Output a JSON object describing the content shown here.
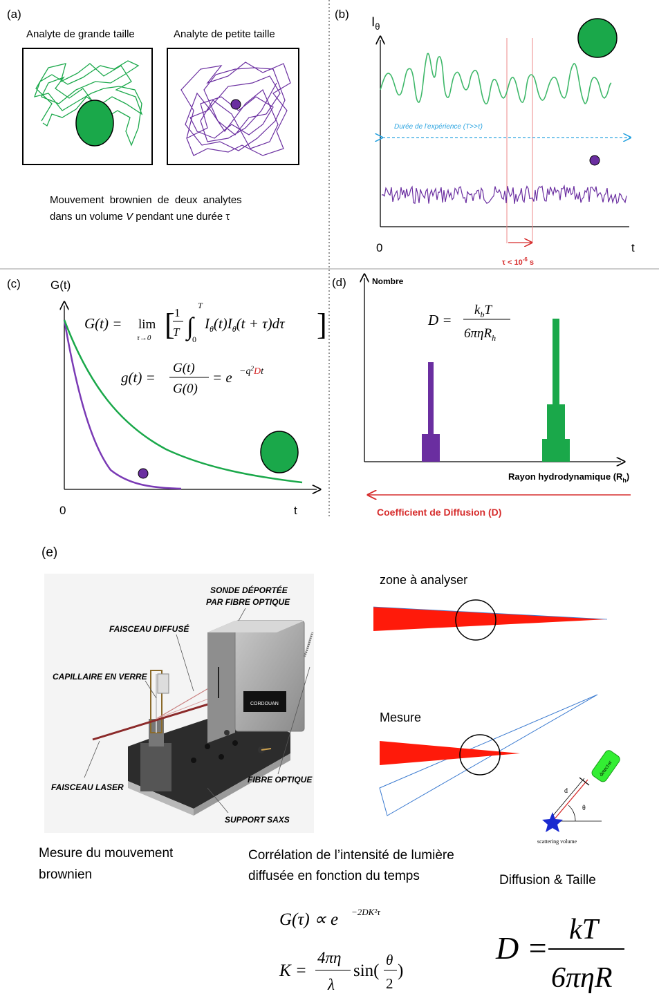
{
  "panel_a": {
    "label": "(a)",
    "title_large": "Analyte de grande taille",
    "title_small": "Analyte de petite taille",
    "caption_line1": "Mouvement  brownien  de  deux  analytes",
    "caption_line2_pre": "dans un volume ",
    "caption_line2_var": "V",
    "caption_line2_post": " pendant une durée τ",
    "colors": {
      "large": "#1aa84a",
      "small": "#6a2ea0"
    }
  },
  "panel_b": {
    "label": "(b)",
    "y_axis": "I",
    "y_axis_sub": "θ",
    "x_axis": "t",
    "origin": "0",
    "duration_label": "Durée de l'expérience (T>>τ)",
    "tau_label": "τ < 10",
    "tau_exp": "-6",
    "tau_unit": " s",
    "colors": {
      "duration": "#29a3e0",
      "tau": "#d62b2b"
    }
  },
  "panel_c": {
    "label": "(c)",
    "y_axis": "G(t)",
    "x_axis": "t",
    "origin": "0",
    "eq1": "G(t) = lim [ (1/T) ∫ Iθ(t) Iθ(t+τ) dτ ]",
    "eq1_lim": "τ→0",
    "eq2_lhs": "g(t) =",
    "eq2_num": "G(t)",
    "eq2_den": "G(0)",
    "eq2_rhs": "= e",
    "eq2_exp_pre": "−q",
    "eq2_exp_sq": "2",
    "eq2_exp_d": "D",
    "eq2_exp_post": "t"
  },
  "panel_d": {
    "label": "(d)",
    "y_axis": "Nombre",
    "x_axis": "Rayon hydrodynamique (R",
    "x_axis_sub": "h",
    "x_axis_end": ")",
    "arrow_label": "Coefficient de Diffusion (D)",
    "eq_lhs": "D =",
    "eq_num": "k",
    "eq_num_sub": "b",
    "eq_num_t": "T",
    "eq_den": "6πηR",
    "eq_den_sub": "h"
  },
  "panel_e": {
    "label": "(e)",
    "device_labels": {
      "sonde_1": "SONDE DÉPORTÉE",
      "sonde_2": "PAR FIBRE OPTIQUE",
      "faisceau_diffuse": "FAISCEAU DIFFUSÉ",
      "capillaire": "CAPILLAIRE EN VERRE",
      "fibre": "FIBRE OPTIQUE",
      "faisceau_laser": "FAISCEAU LASER",
      "support": "SUPPORT SAXS",
      "brand": "CORDOUAN"
    },
    "zone_label": "zone à analyser",
    "mesure_label": "Mesure",
    "detector_label": "detector",
    "scattering_label": "scattering volume",
    "d_label": "d",
    "theta_label": "θ",
    "caption_left_1": "Mesure du mouvement",
    "caption_left_2": "brownien",
    "caption_mid_1": "Corrélation de l’intensité de lumière",
    "caption_mid_2": "diffusée en fonction du temps",
    "caption_right": "Diffusion & Taille",
    "eq_g": "G(τ) ∝ e",
    "eq_g_exp": "−2DK²τ",
    "eq_k_lhs": "K =",
    "eq_k_num": "4πη",
    "eq_k_den": "λ",
    "eq_k_sin": "sin(",
    "eq_k_theta": "θ",
    "eq_k_two": "2",
    "eq_k_close": ")",
    "eq_d_lhs": "D =",
    "eq_d_num": "kT",
    "eq_d_den": "6πηR"
  }
}
